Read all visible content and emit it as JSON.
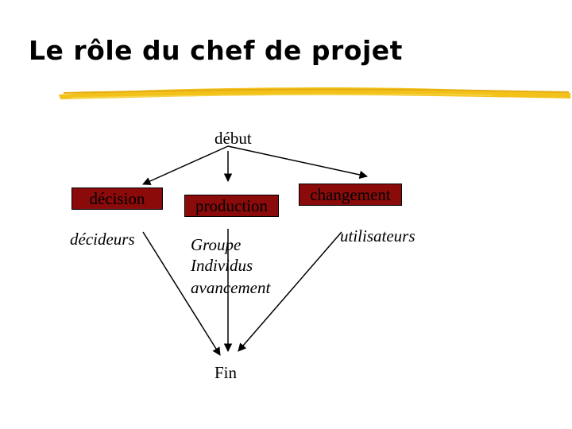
{
  "slide": {
    "title": "Le rôle du chef de projet"
  },
  "diagram": {
    "start": "début",
    "end": "Fin",
    "boxes": {
      "decision": "décision",
      "production": "production",
      "changement": "changement"
    },
    "labels": {
      "decideurs": "décideurs",
      "groupe": "Groupe",
      "individus": "Individus",
      "avancement": "avancement",
      "utilisateurs": "utilisateurs"
    }
  },
  "colors": {
    "underline": "#f2c21b",
    "box_fill": "#8b0a0a",
    "line": "#000000"
  }
}
